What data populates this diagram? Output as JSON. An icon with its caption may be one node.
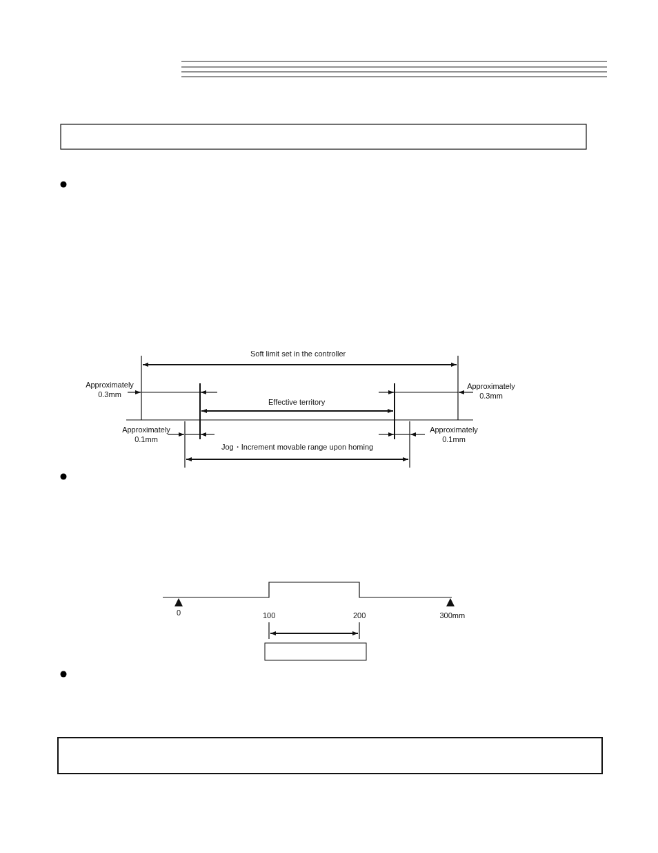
{
  "diagram": {
    "labels": [
      "Soft limit set in the controller",
      "Approximately 0.3mm",
      "Approximately 0.3mm",
      "Effective territory",
      "Approximately 0.1mm",
      "Approximately 0.1mm",
      "Jog・Increment movable range upon homing",
      "0",
      "100",
      "200",
      "300mm"
    ]
  }
}
